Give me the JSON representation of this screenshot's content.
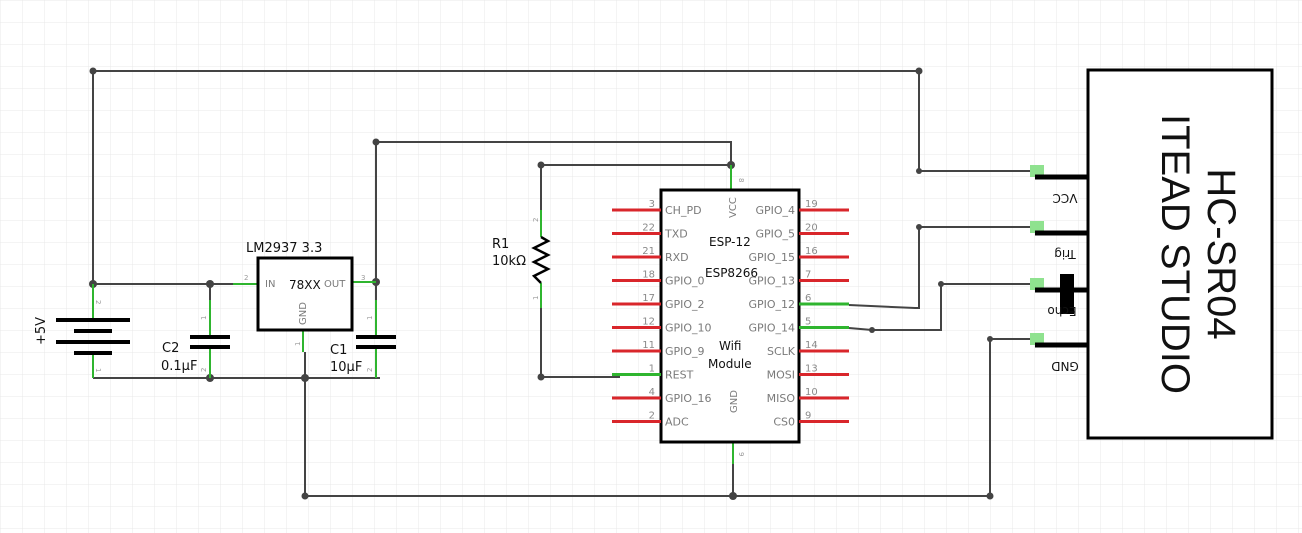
{
  "colors": {
    "wire": "#444444",
    "pin_green": "#2fb52f",
    "pin_red": "#d9262b",
    "grid": "#e8e8e8",
    "body": "#000000"
  },
  "battery": {
    "label": "+5V",
    "pin_top": "2",
    "pin_bottom": "1"
  },
  "c2": {
    "name": "C2",
    "value": "0.1µF",
    "pin_top": "1",
    "pin_bottom": "2"
  },
  "c1": {
    "name": "C1",
    "value": "10µF",
    "pin_top": "1",
    "pin_bottom": "2"
  },
  "regulator": {
    "name": "LM2937 3.3",
    "body": "78XX",
    "in": "IN",
    "out": "OUT",
    "gnd": "GND",
    "pin_in": "2",
    "pin_out": "3",
    "pin_gnd": "1"
  },
  "r1": {
    "name": "R1",
    "value": "10kΩ",
    "pin_top": "2",
    "pin_bottom": "1"
  },
  "esp": {
    "title1": "ESP-12",
    "title2": "ESP8266",
    "title3": "Wifi",
    "title4": "Module",
    "vcc": "VCC",
    "vcc_pin": "8",
    "gnd": "GND",
    "gnd_pin": "9",
    "left_pins": [
      {
        "num": "3",
        "label": "CH_PD"
      },
      {
        "num": "22",
        "label": "TXD"
      },
      {
        "num": "21",
        "label": "RXD"
      },
      {
        "num": "18",
        "label": "GPIO_0"
      },
      {
        "num": "17",
        "label": "GPIO_2"
      },
      {
        "num": "12",
        "label": "GPIO_10"
      },
      {
        "num": "11",
        "label": "GPIO_9"
      },
      {
        "num": "1",
        "label": "REST"
      },
      {
        "num": "4",
        "label": "GPIO_16"
      },
      {
        "num": "2",
        "label": "ADC"
      }
    ],
    "right_pins": [
      {
        "num": "19",
        "label": "GPIO_4"
      },
      {
        "num": "20",
        "label": "GPIO_5"
      },
      {
        "num": "16",
        "label": "GPIO_15"
      },
      {
        "num": "7",
        "label": "GPIO_13"
      },
      {
        "num": "6",
        "label": "GPIO_12"
      },
      {
        "num": "5",
        "label": "GPIO_14"
      },
      {
        "num": "14",
        "label": "SCLK"
      },
      {
        "num": "13",
        "label": "MOSI"
      },
      {
        "num": "10",
        "label": "MISO"
      },
      {
        "num": "9",
        "label": "CS0"
      }
    ]
  },
  "hcsr04": {
    "title1": "HC-SR04",
    "title2": "ITEAD STUDIO",
    "pins": [
      "VCC",
      "Trig",
      "Echo",
      "GND"
    ]
  }
}
